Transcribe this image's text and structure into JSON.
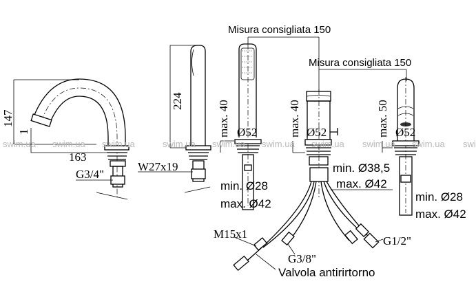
{
  "watermark": "swim.ua",
  "dimensions": {
    "recommended_top": "Misura consigliata 150",
    "recommended_right": "Misura consigliata 150",
    "spout_height": "147",
    "spout_offset": "1",
    "spout_reach": "163",
    "spout_thread": "G3/4\"",
    "holder_height": "224",
    "holder_thread": "W27x19",
    "shower_max": "max. 40",
    "shower_diameter": "Ø52",
    "shower_hole_min": "min. Ø28",
    "shower_hole_max": "max. Ø42",
    "mixer_max": "max. 40",
    "mixer_diameter": "Ø52",
    "mixer_hole_min": "min. Ø38,5",
    "mixer_hole_max": "max. Ø42",
    "diverter_max": "max. 50",
    "diverter_diameter": "Ø52",
    "diverter_hole_min": "min. Ø28",
    "diverter_hole_max": "max. Ø42",
    "hose_thread_a": "M15x1",
    "hose_thread_b": "G3/8\"",
    "hose_thread_c": "G1/2\"",
    "check_valve": "Valvola antirirtorno"
  }
}
